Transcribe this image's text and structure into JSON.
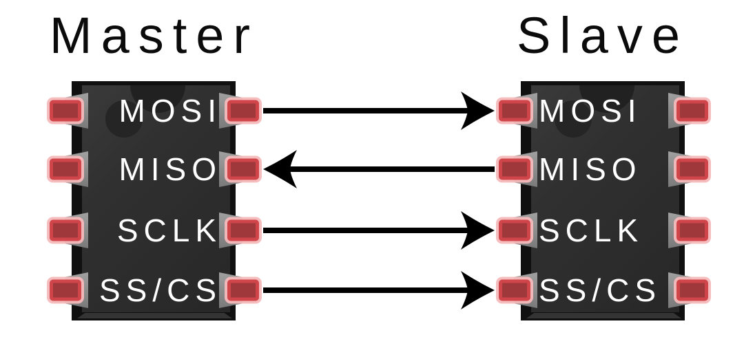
{
  "titles": {
    "master": "Master",
    "slave": "Slave"
  },
  "signals": [
    {
      "label": "MOSI",
      "direction": "master-to-slave"
    },
    {
      "label": "MISO",
      "direction": "slave-to-master"
    },
    {
      "label": "SCLK",
      "direction": "master-to-slave"
    },
    {
      "label": "SS/CS",
      "direction": "master-to-slave"
    }
  ],
  "colors": {
    "background": "#ffffff",
    "chip_edge": "#101010",
    "chip_body": "#2e2e2e",
    "pin_metal": "#8f8f8f",
    "pin_pad_fill": "#9e383b",
    "pin_pad_border": "#d0454a",
    "pin_pad_glow": "#f6b9bb",
    "label_text": "#ffffff",
    "title_text": "#0b0b0b",
    "arrow": "#000000"
  }
}
